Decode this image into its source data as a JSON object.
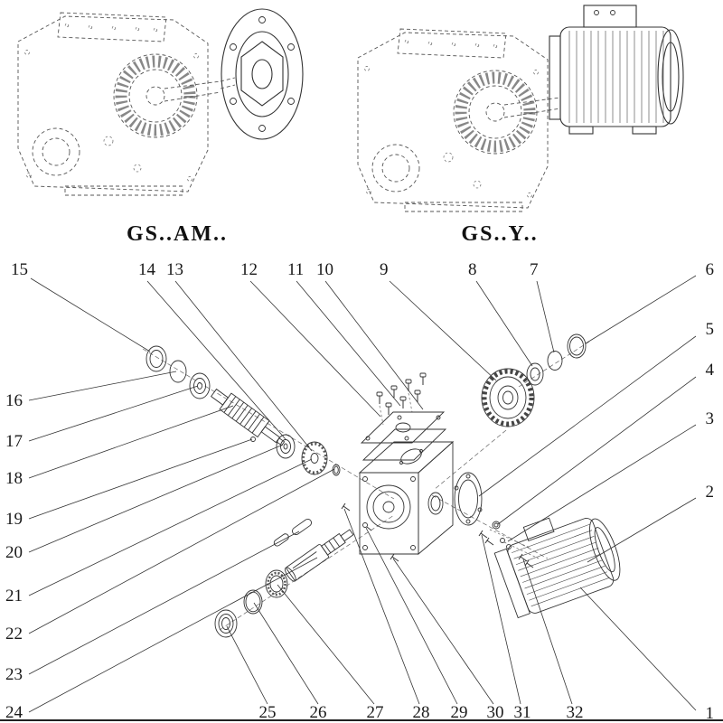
{
  "diagram": {
    "variant_left": {
      "label": "GS..AM.."
    },
    "variant_right": {
      "label": "GS..Y.."
    },
    "callouts": [
      {
        "label": "15"
      },
      {
        "label": "14"
      },
      {
        "label": "13"
      },
      {
        "label": "12"
      },
      {
        "label": "11"
      },
      {
        "label": "10"
      },
      {
        "label": "9"
      },
      {
        "label": "8"
      },
      {
        "label": "7"
      },
      {
        "label": "6"
      },
      {
        "label": "5"
      },
      {
        "label": "4"
      },
      {
        "label": "3"
      },
      {
        "label": "2"
      },
      {
        "label": "1"
      },
      {
        "label": "16"
      },
      {
        "label": "17"
      },
      {
        "label": "18"
      },
      {
        "label": "19"
      },
      {
        "label": "20"
      },
      {
        "label": "21"
      },
      {
        "label": "22"
      },
      {
        "label": "23"
      },
      {
        "label": "24"
      },
      {
        "label": "25"
      },
      {
        "label": "26"
      },
      {
        "label": "27"
      },
      {
        "label": "28"
      },
      {
        "label": "29"
      },
      {
        "label": "30"
      },
      {
        "label": "31"
      },
      {
        "label": "32"
      }
    ]
  }
}
